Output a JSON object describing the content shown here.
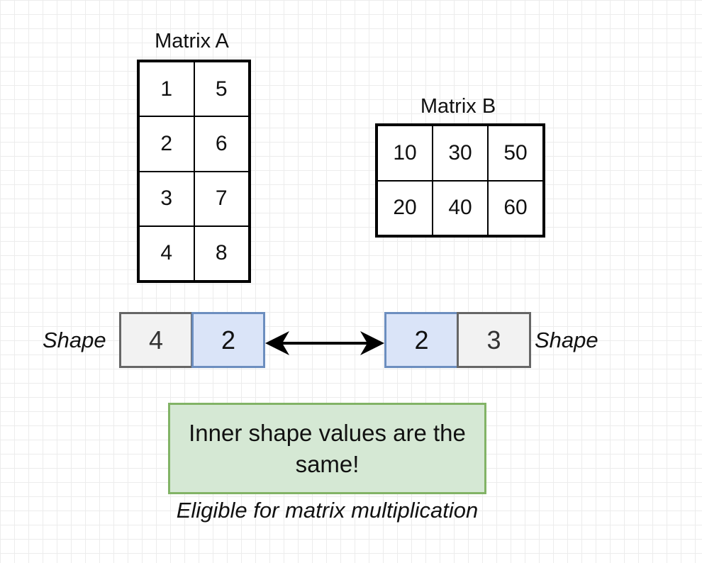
{
  "matrix_a": {
    "title": "Matrix A",
    "rows": [
      [
        "1",
        "5"
      ],
      [
        "2",
        "6"
      ],
      [
        "3",
        "7"
      ],
      [
        "4",
        "8"
      ]
    ]
  },
  "matrix_b": {
    "title": "Matrix B",
    "rows": [
      [
        "10",
        "30",
        "50"
      ],
      [
        "20",
        "40",
        "60"
      ]
    ]
  },
  "shape_a": {
    "label": "Shape",
    "outer": "4",
    "inner": "2"
  },
  "shape_b": {
    "label": "Shape",
    "inner": "2",
    "outer": "3"
  },
  "note": {
    "text": "Inner shape values are the same!"
  },
  "caption": {
    "text": "Eligible for matrix multiplication"
  },
  "colors": {
    "inner_fill": "#dae4f8",
    "inner_border": "#6c8ebf",
    "outer_fill": "#f2f2f2",
    "outer_border": "#666666",
    "note_fill": "#d5e8d4",
    "note_border": "#82b366"
  }
}
